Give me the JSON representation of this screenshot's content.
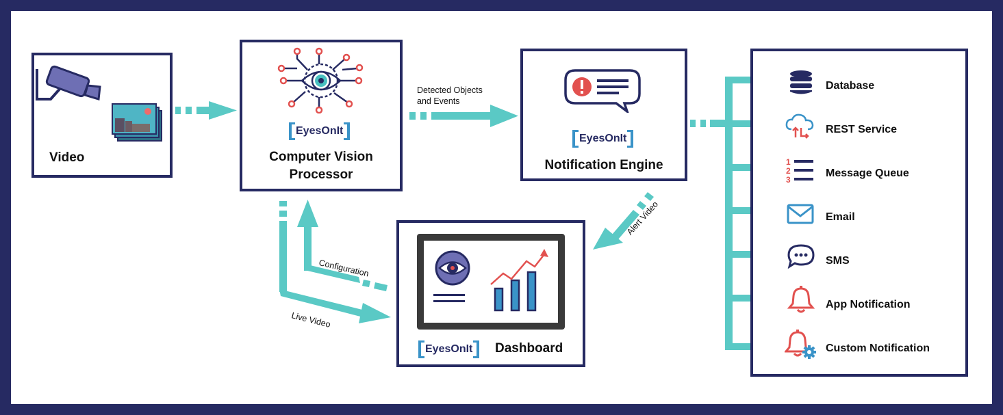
{
  "colors": {
    "frame": "#262a62",
    "arrow": "#5ac9c5",
    "accent_red": "#e2514f",
    "accent_blue": "#3a93c8"
  },
  "video": {
    "label": "Video",
    "icons": [
      "camera-icon",
      "photo-stack-icon"
    ]
  },
  "cv_processor": {
    "brand": "EyesOnIt",
    "title_line1": "Computer Vision",
    "title_line2": "Processor",
    "icon": "ai-eye-circuit-icon"
  },
  "edge_labels": {
    "detected_line1": "Detected Objects",
    "detected_line2": "and Events",
    "alert_video": "Alert Video",
    "configuration": "Configuration",
    "live_video": "Live Video"
  },
  "notification_engine": {
    "brand": "EyesOnIt",
    "title": "Notification Engine",
    "icon": "alert-message-bubble-icon"
  },
  "dashboard": {
    "brand": "EyesOnIt",
    "title": "Dashboard",
    "icons": [
      "monitor-icon",
      "eye-icon",
      "bar-chart-icon",
      "trend-arrow-icon"
    ]
  },
  "outputs": [
    {
      "label": "Database",
      "icon": "database-icon"
    },
    {
      "label": "REST Service",
      "icon": "cloud-sync-icon"
    },
    {
      "label": "Message Queue",
      "icon": "numbered-list-icon"
    },
    {
      "label": "Email",
      "icon": "envelope-icon"
    },
    {
      "label": "SMS",
      "icon": "chat-bubble-icon"
    },
    {
      "label": "App Notification",
      "icon": "bell-icon"
    },
    {
      "label": "Custom Notification",
      "icon": "bell-gear-icon"
    }
  ]
}
